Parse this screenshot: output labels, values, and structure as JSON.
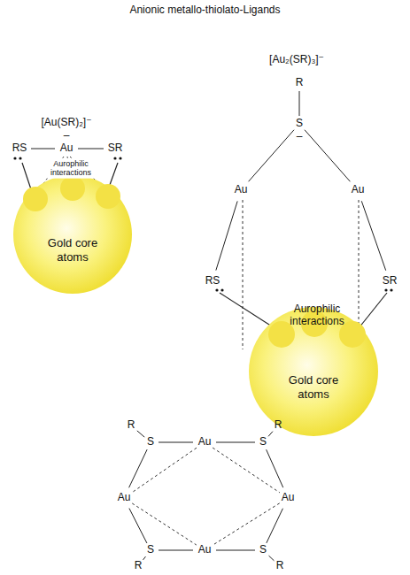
{
  "diagram": {
    "title": "Anionic metallo-thiolato-Ligands",
    "nodes": [
      {
        "text": [
          "Gold core atoms"
        ]
      },
      {
        "text": [
          "Gold core atoms"
        ]
      }
    ],
    "labels": [
      "[Au(SR)₂]⁻",
      "–",
      "RS",
      "Au",
      "SR",
      "Aurophilic interactions",
      "[Au₂(SR)₃]⁻",
      "R",
      "S",
      "–",
      "Au",
      "Au",
      "RS",
      "SR",
      "Aurophilic interactions",
      "R",
      "S",
      "Au",
      "S",
      "R",
      "Au",
      "Au",
      "S",
      "Au",
      "S",
      "R",
      "R"
    ]
  }
}
